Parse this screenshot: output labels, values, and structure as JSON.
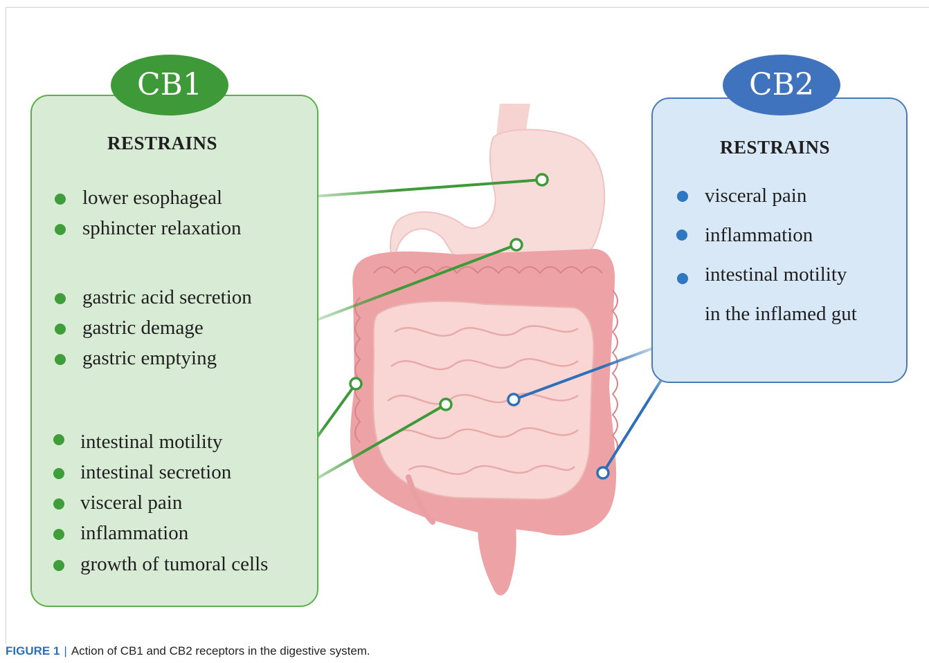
{
  "cb1": {
    "badge": "CB1",
    "heading": "RESTRAINS",
    "items": [
      "lower esophageal",
      "sphincter relaxation",
      "gastric acid secretion",
      "gastric demage",
      "gastric emptying",
      "intestinal motility",
      "intestinal secretion",
      "visceral pain",
      "inflammation",
      "growth of tumoral cells"
    ],
    "color": "#3e9a38",
    "panel_fill": "#d8ebd4"
  },
  "cb2": {
    "badge": "CB2",
    "heading": "RESTRAINS",
    "items": [
      "visceral pain",
      "inflammation",
      "intestinal motility",
      "in the inflamed gut"
    ],
    "color": "#3f73bd",
    "panel_fill": "#d9e8f7"
  },
  "caption": {
    "label": "FIGURE 1",
    "separator": "|",
    "text": "Action of CB1 and CB2 receptors in the digestive system."
  }
}
